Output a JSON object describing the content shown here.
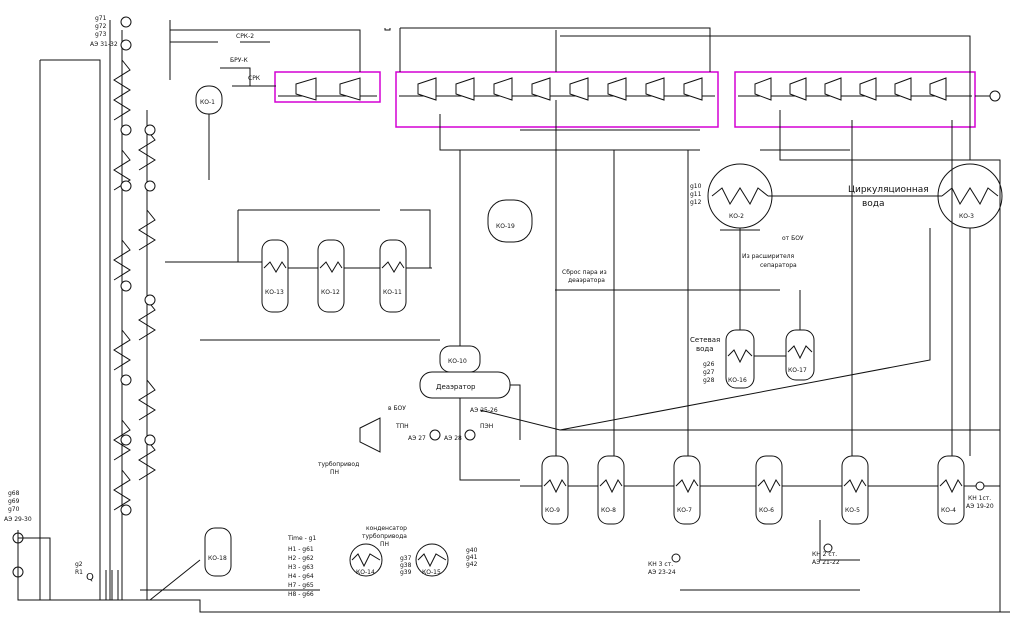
{
  "diagram": {
    "labels": {
      "srk2": "СРК-2",
      "brou": "БРУ-К",
      "srk": "СРК",
      "k01": "КО-1",
      "k02": "КО-2",
      "k03": "КО-3",
      "k04": "КО-4",
      "k05": "КО-5",
      "k06": "КО-6",
      "k07": "КО-7",
      "k08": "КО-8",
      "k09": "КО-9",
      "k10": "КО-10",
      "k11": "КО-11",
      "k12": "КО-12",
      "k13": "КО-13",
      "k14": "КО-14",
      "k15": "КО-15",
      "k16": "КО-16",
      "k17": "КО-17",
      "k18": "КО-18",
      "k19": "КО-19",
      "deaerator": "Деаэратор",
      "circ_water_1": "Циркуляционная",
      "circ_water_2": "вода",
      "net_water_1": "Сетевая",
      "net_water_2": "вода",
      "from_bou": "от БОУ",
      "from_sep_1": "Из расширителя",
      "from_sep_2": "сепаратора",
      "to_bou": "в БОУ",
      "deaer_steam_1": "Сброс пара из",
      "deaer_steam_2": "деаэратора",
      "tpn": "ТПН",
      "pen": "ПЭН",
      "ae_25_26": "АЭ 25-26",
      "ae_27": "АЭ 27",
      "ae_28": "АЭ 28",
      "turbo_1": "турбопривод",
      "turbo_2": "ПН",
      "cond_1": "конденсатор",
      "cond_2": "турбопривода",
      "cond_3": "ПН",
      "km1_1": "КН 1ст.",
      "km1_2": "АЭ 19-20",
      "km2_1": "КН 2 ст.",
      "km2_2": "АЭ 21-22",
      "km3_1": "КН 3 ст.",
      "km3_2": "АЭ 23-24",
      "q": "Q",
      "r1": "R1",
      "g2": "g2",
      "time_title": "Time - g1",
      "time_rows": [
        "Н1  - g61",
        "Н2  - g62",
        "Н3  - g63",
        "Н4  - g64",
        "Н7  - g65",
        "Н8  - g66"
      ],
      "top_left_1": "g71",
      "top_left_2": "g72",
      "top_left_3": "g73",
      "top_left_4": "АЭ 31-32",
      "bot_left_1": "g68",
      "bot_left_2": "g69",
      "bot_left_3": "g70",
      "bot_left_4": "АЭ 29-30",
      "g10": "g10",
      "g11": "g11",
      "g12": "g12",
      "g26": "g26",
      "g27": "g27",
      "g28": "g28",
      "g37": "g37",
      "g38": "g38",
      "g39": "g39",
      "g40": "g40",
      "g41": "g41",
      "g42": "g42"
    }
  }
}
